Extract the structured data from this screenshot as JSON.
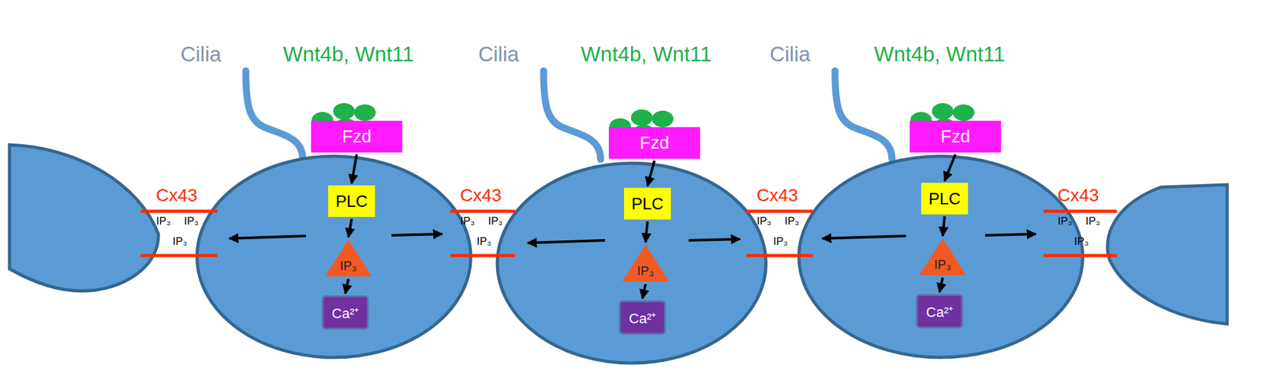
{
  "diagram": {
    "nodes": [
      {
        "text": [
          "Fzd"
        ]
      },
      {
        "text": [
          "PLC"
        ]
      },
      {
        "text": [
          "IP₃"
        ]
      },
      {
        "text": [
          "Ca²⁺"
        ]
      },
      {
        "text": [
          "Fzd"
        ]
      },
      {
        "text": [
          "PLC"
        ]
      },
      {
        "text": [
          "IP₃"
        ]
      },
      {
        "text": [
          "Ca²⁺"
        ]
      },
      {
        "text": [
          "Fzd"
        ]
      },
      {
        "text": [
          "PLC"
        ]
      },
      {
        "text": [
          "IP₃"
        ]
      },
      {
        "text": [
          "Ca²⁺"
        ]
      }
    ],
    "edges": [
      {
        "from": 0,
        "to": 1,
        "arrow": "to"
      },
      {
        "from": 1,
        "to": 2,
        "arrow": "to"
      },
      {
        "from": 2,
        "to": 3,
        "arrow": "to"
      },
      {
        "from": 4,
        "to": 5,
        "arrow": "to"
      },
      {
        "from": 5,
        "to": 6,
        "arrow": "to"
      },
      {
        "from": 6,
        "to": 7,
        "arrow": "to"
      },
      {
        "from": 8,
        "to": 9,
        "arrow": "to"
      },
      {
        "from": 9,
        "to": 10,
        "arrow": "to"
      },
      {
        "from": 10,
        "to": 11,
        "arrow": "to"
      }
    ],
    "labels": [
      "Cilia",
      "Wnt4b, Wnt11",
      "Cilia",
      "Wnt4b, Wnt11",
      "Cilia",
      "Wnt4b, Wnt11",
      "Cx43",
      "IP₃",
      "IP₃",
      "IP₃",
      "Cx43",
      "IP₃",
      "IP₃",
      "IP₃",
      "Cx43",
      "IP₃",
      "IP₃",
      "IP₃",
      "Cx43",
      "IP₃",
      "IP₃",
      "IP₃"
    ]
  }
}
